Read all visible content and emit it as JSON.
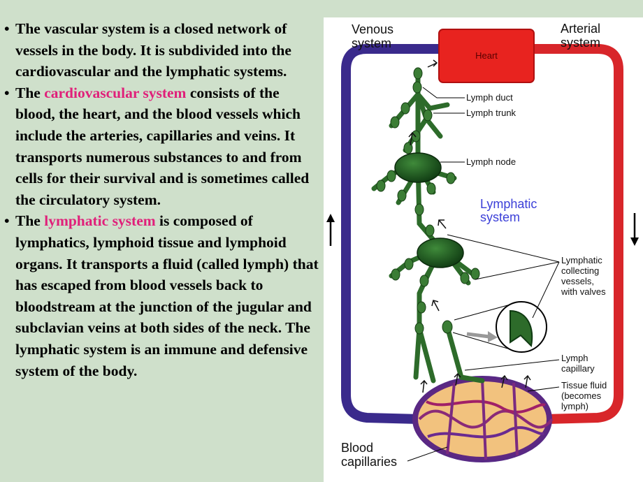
{
  "text": {
    "bullets": [
      {
        "pre": "The vascular system is a closed network of vessels in the body. It is subdivided into the cardiovascular and the lymphatic systems.",
        "hl": "",
        "post": ""
      },
      {
        "pre": "The ",
        "hl": "cardiovascular system",
        "post": " consists of the blood, the heart, and the blood vessels which include the arteries, capillaries and veins. It transports numerous substances to and from cells for their survival and is sometimes called the circulatory system."
      },
      {
        "pre": "The ",
        "hl": "lymphatic system",
        "post": " is composed of lymphatics, lymphoid tissue and lymphoid organs. It transports a fluid (called lymph) that has escaped from blood vessels back to bloodstream at the junction of the jugular and subclavian veins at both sides of the neck. The lymphatic system is an immune and defensive system of the body."
      }
    ],
    "bullet_char": "•",
    "highlight_color": "#e0207a"
  },
  "diagram": {
    "venous": [
      "Venous",
      "system"
    ],
    "arterial": [
      "Arterial",
      "system"
    ],
    "heart": "Heart",
    "lymph_duct": "Lymph duct",
    "lymph_trunk": "Lymph trunk",
    "lymph_node": "Lymph node",
    "lymphatic_system": [
      "Lymphatic",
      "system"
    ],
    "collecting": [
      "Lymphatic",
      "collecting",
      "vessels,",
      "with valves"
    ],
    "lymph_capillary": [
      "Lymph",
      "capillary"
    ],
    "tissue_fluid": [
      "Tissue fluid",
      "(becomes",
      "lymph)"
    ],
    "blood_capillaries": [
      "Blood",
      "capillaries"
    ],
    "colors": {
      "venous": "#3a2a8c",
      "arterial": "#d8262a",
      "heart": "#e8231f",
      "lymph": "#2d6b2a",
      "label_blue": "#3b3fd8"
    }
  }
}
